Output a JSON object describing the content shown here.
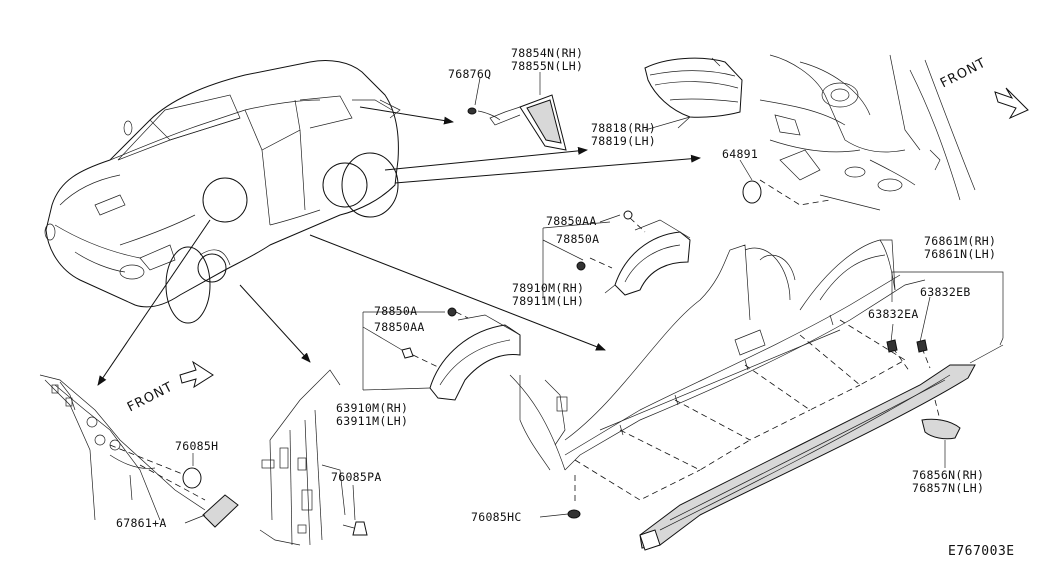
{
  "diagram": {
    "code": "E767003E",
    "front_labels": [
      "FRONT",
      "FRONT"
    ],
    "part_labels": {
      "p78854n": "78854N(RH)",
      "p78855n": "78855N(LH)",
      "p76876q": "76876Q",
      "p78818": "78818(RH)",
      "p78819": "78819(LH)",
      "p64891": "64891",
      "p78850aa_top": "78850AA",
      "p78850a_top": "78850A",
      "p78910m": "78910M(RH)",
      "p78911m": "78911M(LH)",
      "p76861m": "76861M(RH)",
      "p76861n": "76861N(LH)",
      "p63832eb": "63832EB",
      "p63832ea": "63832EA",
      "p78850a_mid": "78850A",
      "p78850aa_mid": "78850AA",
      "p63910m": "63910M(RH)",
      "p63911m": "63911M(LH)",
      "p76085h": "76085H",
      "p67861a": "67861+A",
      "p76085pa": "76085PA",
      "p76085hc": "76085HC",
      "p76856n": "76856N(RH)",
      "p76857n": "76857N(LH)"
    }
  }
}
